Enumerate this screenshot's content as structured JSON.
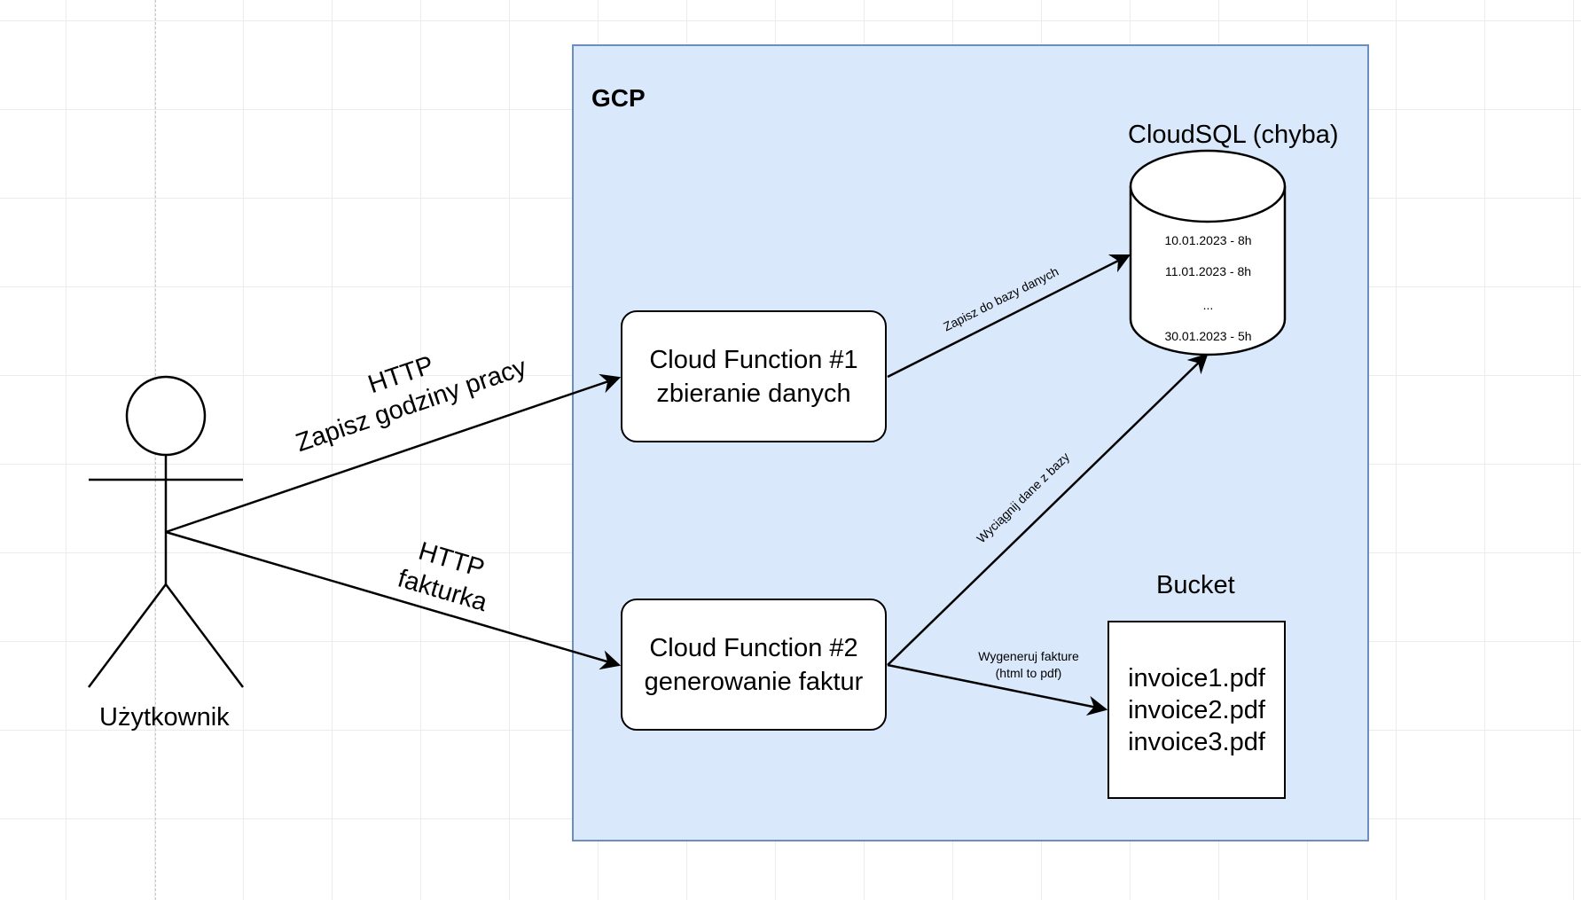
{
  "frame": {
    "title": "GCP"
  },
  "actor": {
    "name": "Użytkownik"
  },
  "cloud_function_1": {
    "line1": "Cloud Function #1",
    "line2": "zbieranie danych"
  },
  "cloud_function_2": {
    "line1": "Cloud Function #2",
    "line2": "generowanie faktur"
  },
  "database": {
    "title": "CloudSQL (chyba)",
    "rows": [
      "10.01.2023 - 8h",
      "11.01.2023 - 8h",
      "...",
      "30.01.2023 - 5h"
    ]
  },
  "bucket": {
    "title": "Bucket",
    "files": [
      "invoice1.pdf",
      "invoice2.pdf",
      "invoice3.pdf"
    ]
  },
  "edges": {
    "save_hours": {
      "line1": "HTTP",
      "line2": "Zapisz godziny pracy"
    },
    "invoice": {
      "line1": "HTTP",
      "line2": "fakturka"
    },
    "save_db": {
      "label": "Zapisz do bazy danych"
    },
    "read_db": {
      "label": "Wyciągnij dane z bazy"
    },
    "generate": {
      "line1": "Wygeneruj fakture",
      "line2": "(html to pdf)"
    }
  },
  "colors": {
    "frame_fill": "#dae8fc",
    "frame_stroke": "#6c8ebf"
  }
}
